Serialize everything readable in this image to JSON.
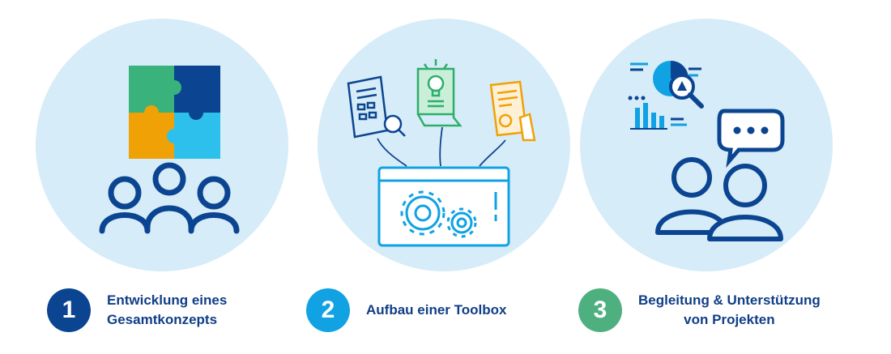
{
  "colors": {
    "circle_bg": "#d6ecf8",
    "dark_blue": "#0b4591",
    "mid_blue": "#10a2e3",
    "green": "#4fb07f",
    "puzzle_green": "#3ab27c",
    "puzzle_navy": "#0b4591",
    "puzzle_orange": "#f0a106",
    "puzzle_cyan": "#2dc0ec",
    "doc_green": "#2eae6b",
    "doc_orange": "#f0a106"
  },
  "steps": [
    {
      "number": "1",
      "line1": "Entwicklung eines",
      "line2": "Gesamtkonzepts",
      "icon": "team-puzzle-icon"
    },
    {
      "number": "2",
      "line1": "Aufbau einer Toolbox",
      "line2": "",
      "icon": "toolbox-gears-icon"
    },
    {
      "number": "3",
      "line1": "Begleitung & Unterstützung",
      "line2": "von Projekten",
      "icon": "consulting-analytics-icon"
    }
  ]
}
